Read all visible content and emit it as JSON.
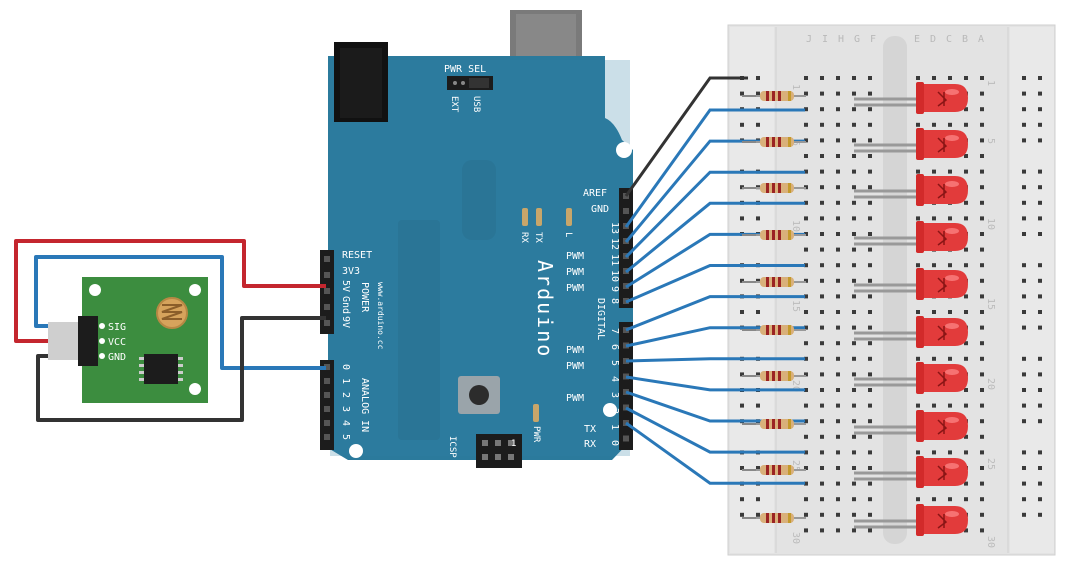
{
  "sensor": {
    "pin_sig": "SIG",
    "pin_vcc": "VCC",
    "pin_gnd": "GND"
  },
  "arduino": {
    "pwr_sel": "PWR SEL",
    "ext": "EXT",
    "usb": "USB",
    "power_labels": [
      "RESET",
      "3V3",
      "5V",
      "Gnd",
      "9V"
    ],
    "power": "POWER",
    "analog_in": "ANALOG IN",
    "analog_pins": [
      "0",
      "1",
      "2",
      "3",
      "4",
      "5"
    ],
    "url": "www.arduino.cc",
    "brand": "Arduino",
    "digital": "DIGITAL",
    "aref": "AREF",
    "gnd": "GND",
    "digital_pins": [
      "13",
      "12",
      "11",
      "10",
      "9",
      "8",
      "7",
      "6",
      "5",
      "4",
      "3",
      "2",
      "1",
      "0"
    ],
    "pwm": "PWM",
    "tx": "TX",
    "rx": "RX",
    "tx_led": "TX",
    "rx_led": "RX",
    "l_led": "L",
    "icsp": "ICSP",
    "pwr_led": "PWR",
    "icsp_pin1": "1"
  },
  "breadboard": {
    "col_letters": [
      "J",
      "I",
      "H",
      "G",
      "F",
      "E",
      "D",
      "C",
      "B",
      "A"
    ],
    "row_numbers": [
      "1",
      "5",
      "10",
      "15",
      "20",
      "25",
      "30"
    ]
  },
  "colors": {
    "board": "#2b7a9c",
    "sensor_board": "#3c8d3f",
    "wire_red": "#c4262e",
    "wire_blue": "#2a78b8",
    "wire_black": "#333333",
    "led": "#e23b3b",
    "breadboard": "#e3e3e3"
  }
}
